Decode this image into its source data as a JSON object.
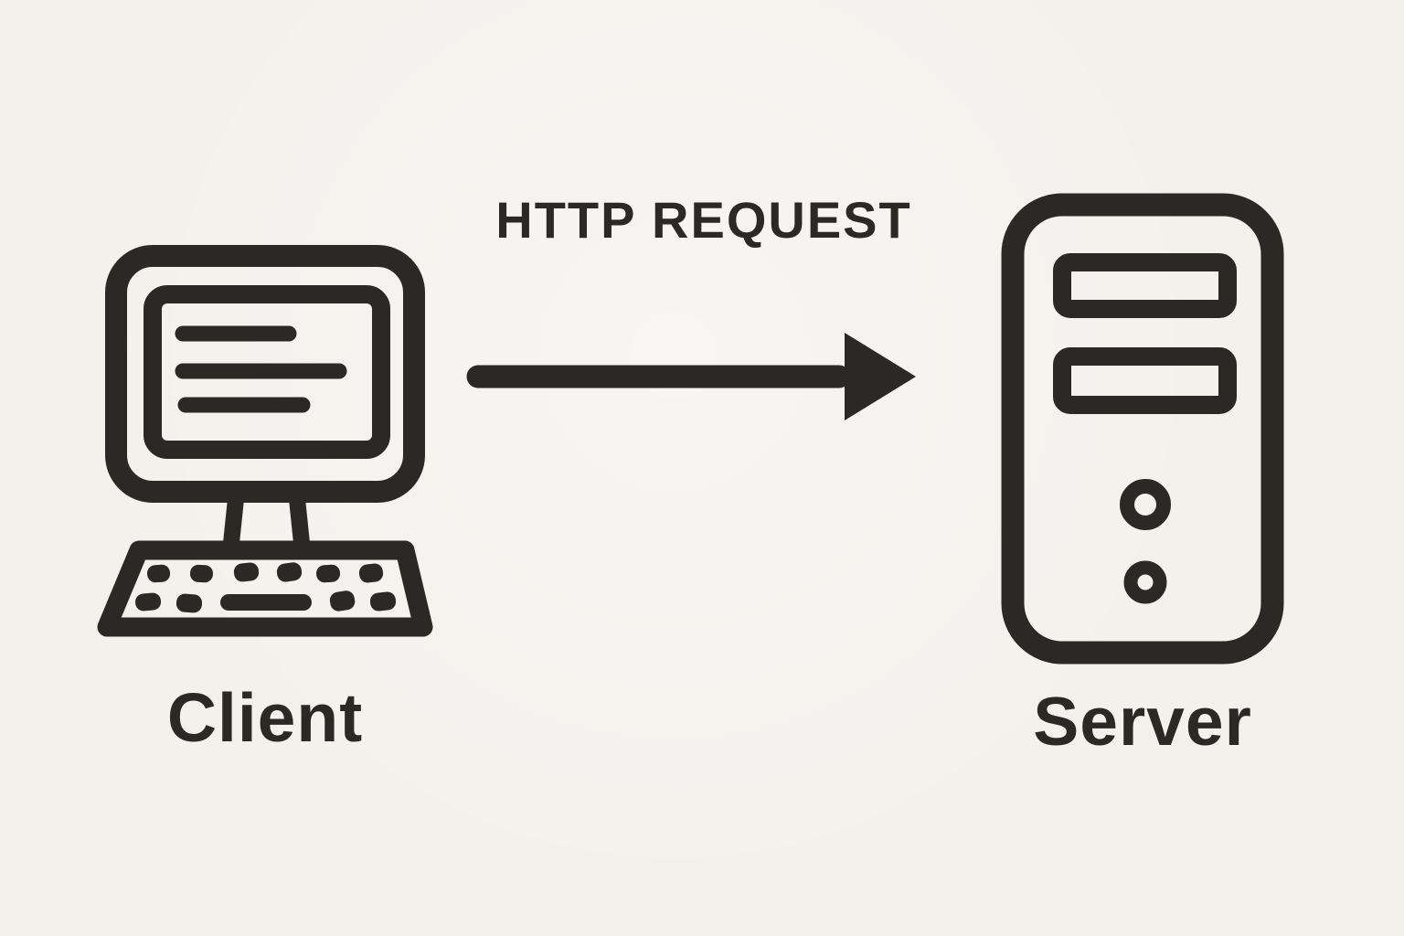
{
  "theme": {
    "background": "#f3f1ec",
    "ink": "#2b2825"
  },
  "diagram": {
    "flow": {
      "label": "HTTP REQUEST",
      "from": "Client",
      "to": "Server",
      "direction": "left-to-right",
      "arrow_icon": "arrow-right-icon"
    },
    "client": {
      "label": "Client",
      "icon": "desktop-computer-icon"
    },
    "server": {
      "label": "Server",
      "icon": "server-tower-icon"
    }
  }
}
